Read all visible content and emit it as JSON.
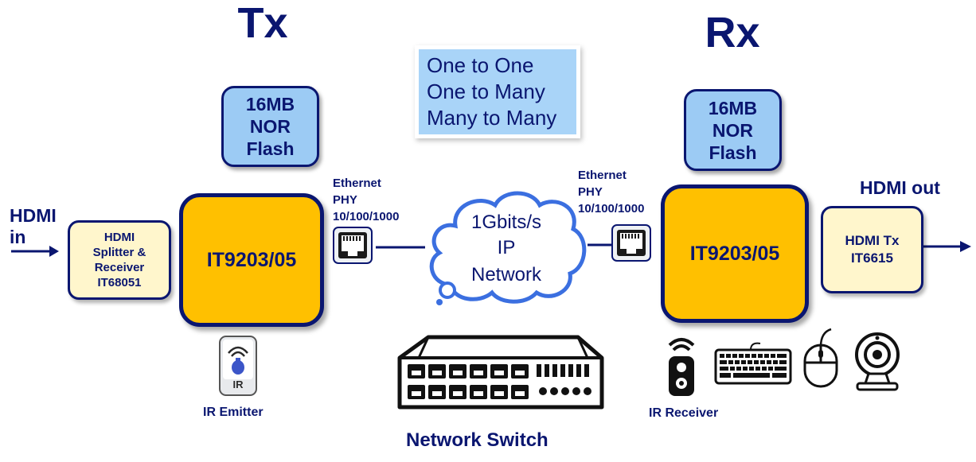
{
  "tx": {
    "title": "Tx",
    "flash": "16MB\nNOR\nFlash",
    "chip": "IT9203/05",
    "hdmi_in": "HDMI\nin",
    "splitter": "HDMI\nSplitter &\nReceiver\nIT68051",
    "ethernet": "Ethernet\nPHY\n10/100/1000",
    "ir_label": "IR Emitter",
    "ir_icon_text": "IR"
  },
  "rx": {
    "title": "Rx",
    "flash": "16MB\nNOR\nFlash",
    "chip": "IT9203/05",
    "hdmi_out": "HDMI out",
    "hdmi_tx": "HDMI Tx\nIT6615",
    "ethernet": "Ethernet\nPHY\n10/100/1000",
    "ir_label": "IR Receiver"
  },
  "modes": [
    "One to One",
    "One to Many",
    "Many to Many"
  ],
  "network": {
    "line1": "1Gbits/s",
    "line2": "IP",
    "line3": "Network"
  },
  "switch_label": "Network Switch",
  "icons": [
    "ethernet-port-icon",
    "ir-emitter-icon",
    "ir-receiver-icon",
    "network-switch-icon",
    "cloud-icon",
    "keyboard-icon",
    "mouse-icon",
    "webcam-icon",
    "arrow-icon"
  ],
  "colors": {
    "navy": "#0a1670",
    "flash_blue": "#9ccbf4",
    "chip_gold": "#ffc000",
    "box_cream": "#fff6cc",
    "modes_blue": "#a9d4f8"
  }
}
